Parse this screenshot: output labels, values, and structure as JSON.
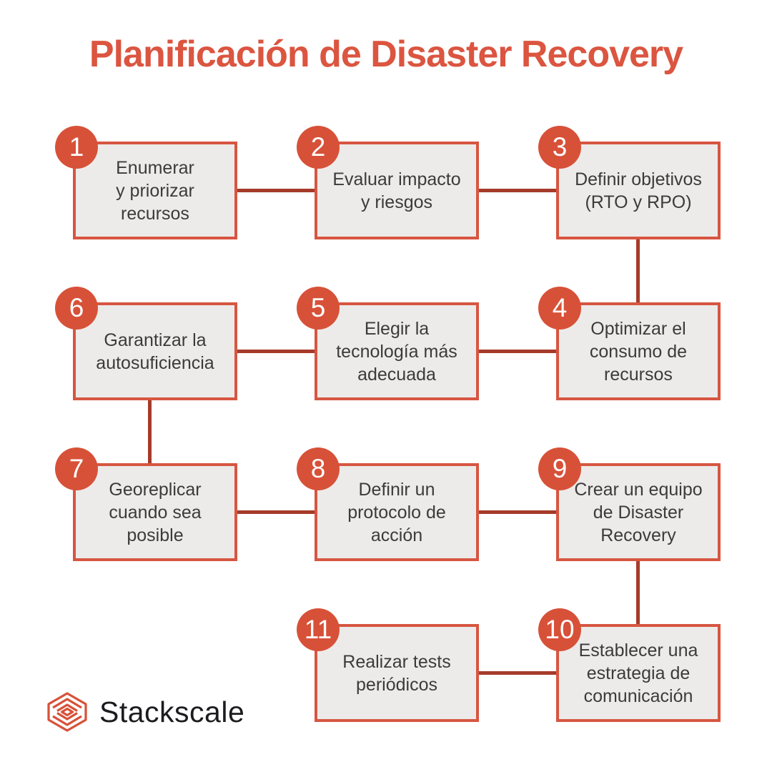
{
  "title": "Planificación de Disaster Recovery",
  "colors": {
    "accent": "#D75641",
    "badge": "#D75138",
    "connector": "#A63B2A",
    "box_fill": "#ECEBE9",
    "box_text": "#3B3B3B",
    "title_text": "#DB5540",
    "logo_text": "#1C1C20",
    "background": "#FFFFFF"
  },
  "steps": [
    {
      "number": "1",
      "label": "Enumerar\ny priorizar\nrecursos"
    },
    {
      "number": "2",
      "label": "Evaluar impacto\ny riesgos"
    },
    {
      "number": "3",
      "label": "Definir objetivos\n(RTO y RPO)"
    },
    {
      "number": "4",
      "label": "Optimizar el\nconsumo de\nrecursos"
    },
    {
      "number": "5",
      "label": "Elegir la\ntecnología más\nadecuada"
    },
    {
      "number": "6",
      "label": "Garantizar la\nautosuficiencia"
    },
    {
      "number": "7",
      "label": "Georeplicar\ncuando sea\nposible"
    },
    {
      "number": "8",
      "label": "Definir un\nprotocolo de\nacción"
    },
    {
      "number": "9",
      "label": "Crear un equipo\nde Disaster\nRecovery"
    },
    {
      "number": "10",
      "label": "Establecer una\nestrategia de\ncomunicación"
    },
    {
      "number": "11",
      "label": "Realizar tests\nperiódicos"
    }
  ],
  "connections": [
    "1-2",
    "2-3",
    "3-4",
    "4-5",
    "5-6",
    "6-7",
    "7-8",
    "8-9",
    "9-10",
    "10-11"
  ],
  "logo": {
    "brand": "Stackscale",
    "icon": "stackscale-layers-icon"
  }
}
